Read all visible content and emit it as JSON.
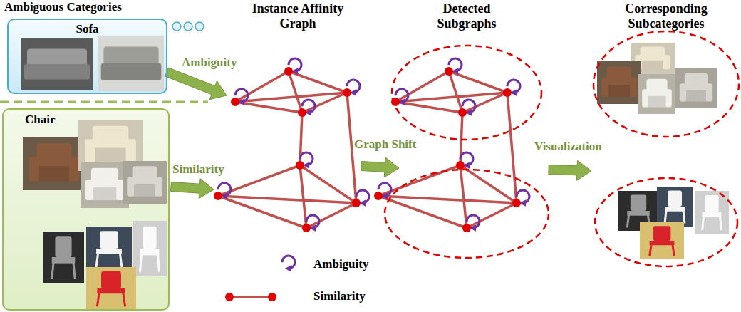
{
  "diagram": {
    "nodes": [
      {
        "text": [
          "Sofa"
        ]
      },
      {
        "text": [
          "Chair"
        ]
      }
    ],
    "labels": [
      "Ambiguous Categories",
      "Instance Affinity Graph",
      "Detected Subgraphs",
      "Corresponding Subcategories",
      "Ambiguity",
      "Similarity",
      "Graph Shift",
      "Visualization"
    ],
    "legend": [
      {
        "text": "Ambiguity"
      },
      {
        "text": "Similarity"
      }
    ]
  }
}
